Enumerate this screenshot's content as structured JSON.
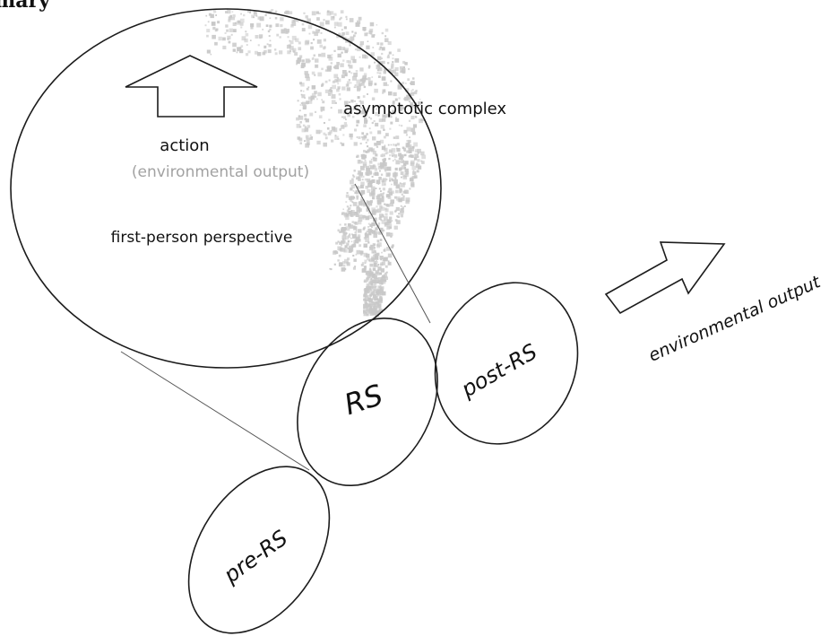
{
  "header": {
    "cut_word": "mary"
  },
  "labels": {
    "asymptotic_complex": "asymptotic complex",
    "action": "action",
    "environmental_output_paren": "(environmental output)",
    "first_person": "first-person perspective",
    "rs": "RS",
    "post_rs": "post-RS",
    "pre_rs": "pre-RS",
    "environmental_output": "environmental output"
  },
  "colors": {
    "ink": "#1c1c1c",
    "grey_text": "#a2a2a2",
    "cloud": "#c8c8c8"
  },
  "icons": {
    "up_arrow": "outline-arrow-up",
    "right_arrow": "outline-arrow-up-right"
  }
}
